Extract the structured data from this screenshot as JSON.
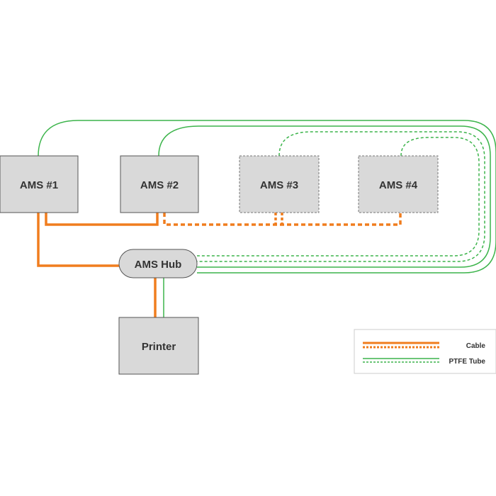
{
  "nodes": {
    "ams1": {
      "label": "AMS #1"
    },
    "ams2": {
      "label": "AMS #2"
    },
    "ams3": {
      "label": "AMS #3"
    },
    "ams4": {
      "label": "AMS #4"
    },
    "hub": {
      "label": "AMS Hub"
    },
    "printer": {
      "label": "Printer"
    }
  },
  "legend": {
    "cable": "Cable",
    "ptfe": "PTFE Tube"
  },
  "colors": {
    "cable": "#f07d1e",
    "ptfe": "#3cb44b",
    "box_fill": "#d9d9d9",
    "box_stroke": "#555555",
    "text": "#333333"
  }
}
